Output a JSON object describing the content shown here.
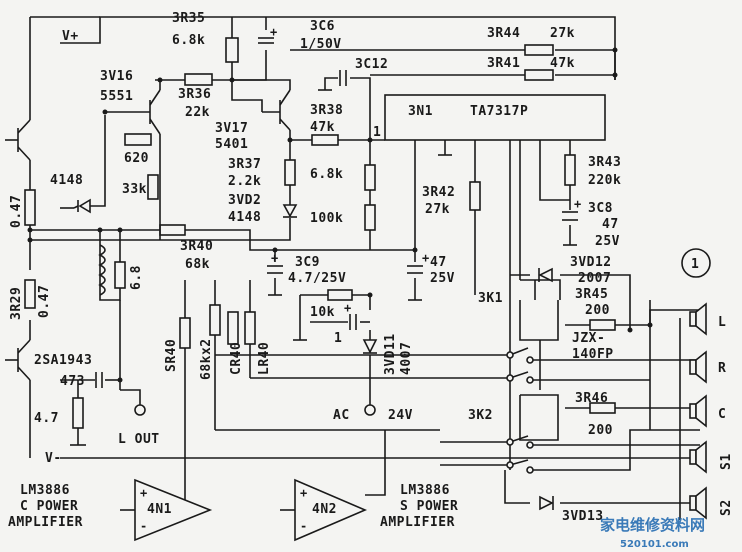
{
  "labels": {
    "v_plus": "V+",
    "v_minus": "V-",
    "r35": "3R35",
    "r35_val": "6.8k",
    "c6": "3C6",
    "c6_val": "1/50V",
    "r44": "3R44",
    "r44_val": "27k",
    "r41": "3R41",
    "r41_val": "47k",
    "c12": "3C12",
    "v16": "3V16",
    "v16_val": "5551",
    "r36": "3R36",
    "r36_val": "22k",
    "v17": "3V17",
    "v17_val": "5401",
    "r38": "3R38",
    "r38_val": "47k",
    "pin1": "1",
    "n1": "3N1",
    "n1_part": "TA7317P",
    "r_620": "620",
    "d4148": "4148",
    "r_33k": "33k",
    "r37": "3R37",
    "r37_val": "2.2k",
    "r_68k_b": "6.8k",
    "vd2": "3VD2",
    "vd2_val": "4148",
    "r_100k": "100k",
    "r42": "3R42",
    "r42_val": "27k",
    "r43": "3R43",
    "r43_val": "220k",
    "c8": "3C8",
    "c8_val": "47",
    "c8_v": "25V",
    "r_047a": "0.47",
    "r40": "3R40",
    "r40_val": "68k",
    "c9": "3C9",
    "c9_val": "4.7/25V",
    "c47": "47",
    "c47_v": "25V",
    "vd12": "3VD12",
    "vd12_val": "2007",
    "r45": "3R45",
    "r45_val": "200",
    "coil_r": "6.8",
    "r29": "3R29",
    "r_047b": "0.47",
    "r_10k": "10k",
    "k1": "3K1",
    "jzx": "JZX-",
    "jzx2": "140FP",
    "sr40": "SR40",
    "r68x2": "68kx2",
    "cr40": "CR40",
    "lr40": "LR40",
    "c_1": "1",
    "vd11": "3VD11",
    "vd11_val": "4007",
    "t2sa": "2SA1943",
    "c473": "473",
    "r_47": "4.7",
    "lout": "L OUT",
    "ac": "AC",
    "ac_v": "24V",
    "k2": "3K2",
    "r46": "3R46",
    "r46_val": "200",
    "sp_l": "L",
    "sp_r": "R",
    "sp_c": "C",
    "sp_s1": "S1",
    "sp_s2": "S2",
    "lm1": "LM3886",
    "lm1_b": "C POWER",
    "lm1_c": "AMPLIFIER",
    "n4n1": "4N1",
    "n4n2": "4N2",
    "lm2": "LM3886",
    "lm2_b": "S POWER",
    "lm2_c": "AMPLIFIER",
    "vd13": "3VD13",
    "fig": "1"
  },
  "watermark": {
    "cn": "家电维修资料网",
    "url": "520101.com"
  },
  "colors": {
    "ink": "#1a1a1a",
    "paper": "#f4f4f2",
    "watermark": "#3a7ab8"
  }
}
